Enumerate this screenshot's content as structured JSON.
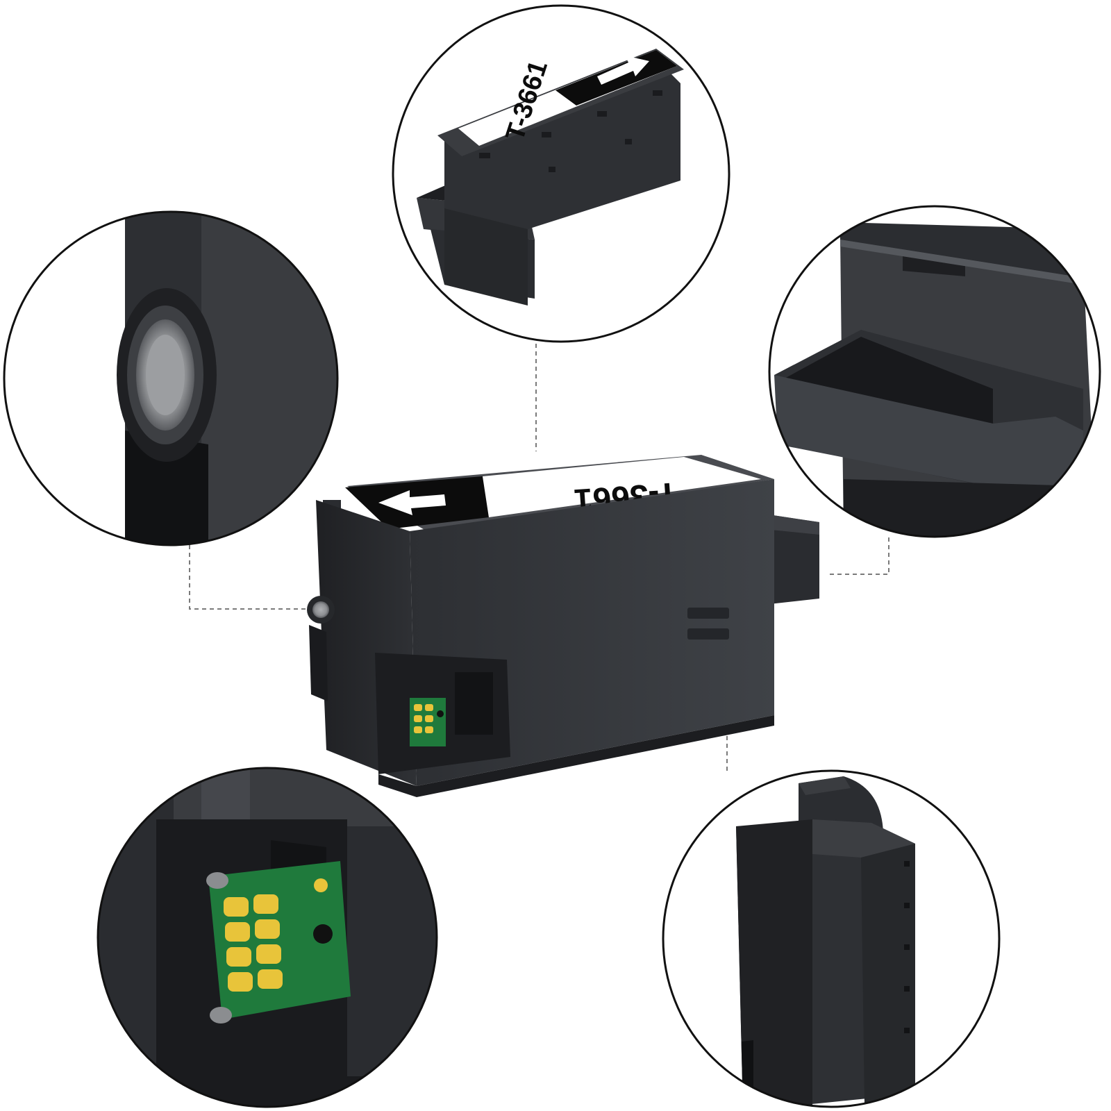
{
  "product": {
    "label_text": "T-3661",
    "colors": {
      "body": "#3a3c40",
      "body_dark": "#26282b",
      "body_shadow": "#1c1d20",
      "label_white": "#ffffff",
      "label_black": "#0c0c0c",
      "chip_green": "#1f7a3c",
      "chip_gold": "#e8c43a",
      "outline": "#111111",
      "leader_line": "#7a7a7a"
    }
  },
  "detail_views": [
    {
      "id": "top-label-view"
    },
    {
      "id": "side-port-view"
    },
    {
      "id": "tray-edge-view"
    },
    {
      "id": "chip-closeup-view"
    },
    {
      "id": "rear-view"
    }
  ]
}
